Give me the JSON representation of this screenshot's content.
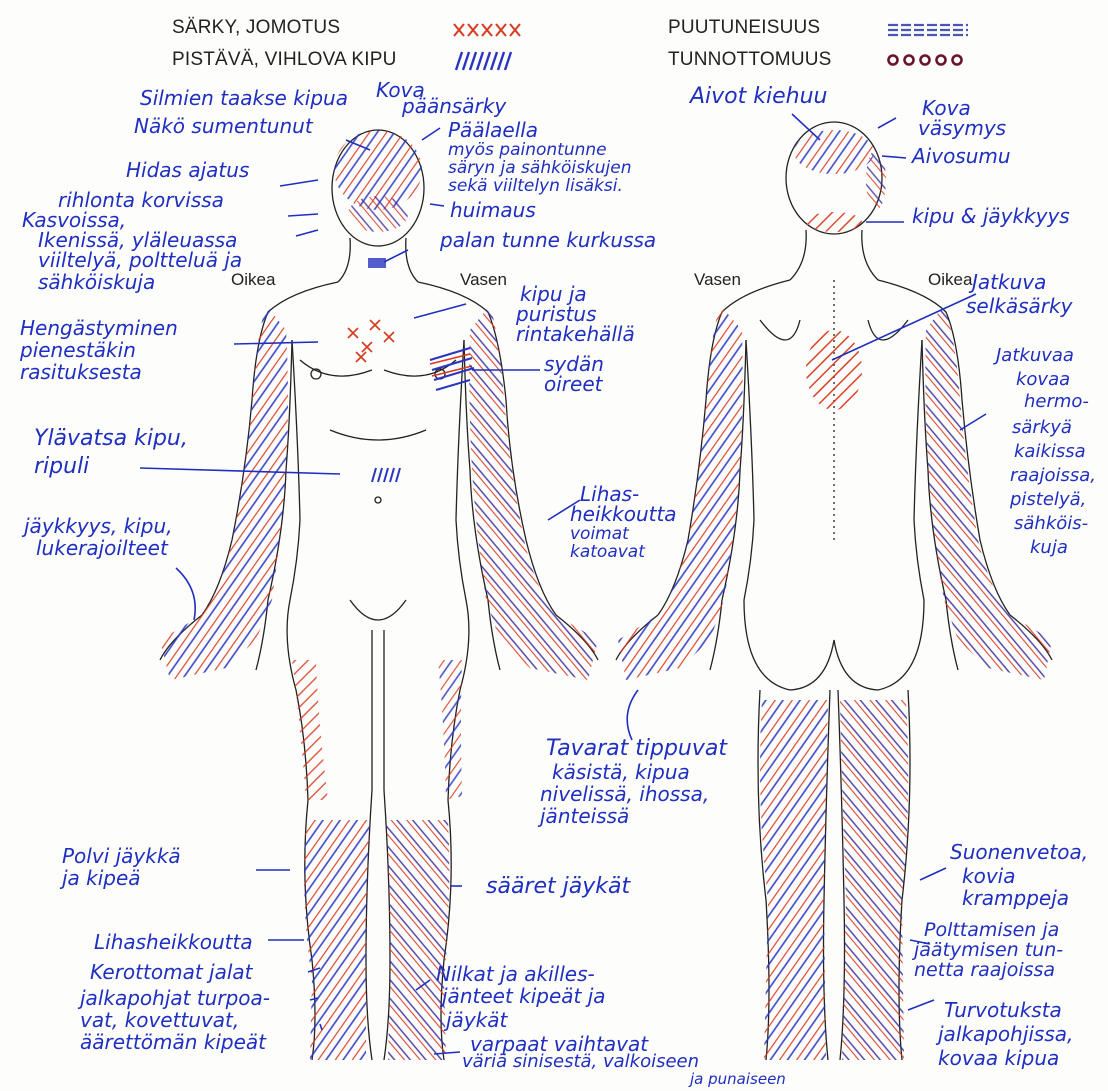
{
  "legend": {
    "ache": "SÄRKY, JOMOTUS",
    "stabbing": "PISTÄVÄ, VIHLOVA KIPU",
    "numbness": "PUUTUNEISUUS",
    "insensibility": "TUNNOTTOMUUS",
    "colors": {
      "ache": "#d8391f",
      "stabbing": "#2a35c0",
      "numbness": "#4a55b8",
      "insensibility": "#6a1530"
    }
  },
  "labels": {
    "front_right": "Oikea",
    "front_left": "Vasen",
    "back_left": "Vasen",
    "back_right": "Oikea"
  },
  "notes_front_left": [
    "Silmien taakse kipua",
    "Näkö sumentunut",
    "Hidas ajatus",
    "rihlonta korvissa",
    "Kasvoissa,",
    "Ikenissä, yläleuassa",
    "viiltelyä, poltteluä ja",
    "sähköiskuja",
    "Hengästyminen",
    "pienestäkin",
    "rasituksesta",
    "Ylävatsa kipu,",
    "ripuli",
    "jäykkyys, kipu,",
    "lukerajoilteet",
    "Polvi jäykkä",
    "ja kipeä",
    "Lihasheikkoutta",
    "Kerottomat jalat",
    "jalkapohjat turpoa-",
    "vat, kovettuvat,",
    "äärettömän kipeät"
  ],
  "notes_front_right": [
    "Kova",
    "päänsärky",
    "Päälaella",
    "myös painontunne",
    "säryn ja sähköiskujen",
    "sekä viiltelyn lisäksi.",
    "huimaus",
    "palan tunne kurkussa",
    "kipu ja",
    "puristus",
    "rintakehällä",
    "sydän",
    "oireet",
    "Lihas-",
    "heikkoutta",
    "voimat",
    "katoavat",
    "sääret jäykät",
    "Nilkat ja akilles-",
    "jänteet kipeät ja",
    "jäykät",
    "varpaat vaihtavat",
    "väriä sinisestä, valkoiseen",
    "ja punaiseen"
  ],
  "notes_back": [
    "Aivot kiehuu",
    "Kova",
    "väsymys",
    "Aivosumu",
    "kipu & jäykkyys",
    "Jatkuva",
    "selkäsärky",
    "Jatkuvaa",
    "kovaa",
    "hermo-",
    "särkyä",
    "kaikissa",
    "raajoissa,",
    "pistelyä,",
    "sähköis-",
    "kuja",
    "Tavarat tippuvat",
    "käsistä, kipua",
    "nivelissä, ihossa,",
    "jänteissä",
    "Suonenvetoa,",
    "kovia",
    "kramppeja",
    "Polttamisen ja",
    "jäätymisen tun-",
    "netta raajoissa",
    "Turvotuksta",
    "jalkapohjissa,",
    "kovaa kipua"
  ]
}
